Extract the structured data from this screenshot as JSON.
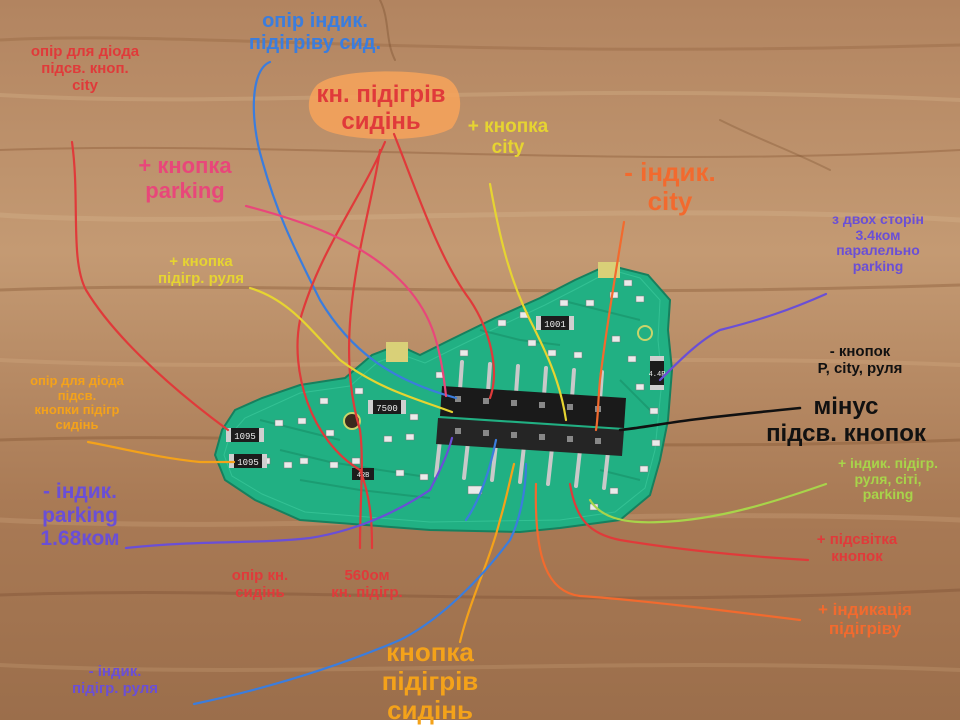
{
  "colors": {
    "wood": "#b0855f",
    "pcb": "#22b387",
    "red": "#e03a3a",
    "blue": "#3b7ddd",
    "orange": "#f26a2e",
    "yellow": "#e6d431",
    "pink": "#e8477a",
    "purple": "#6a4fd6",
    "black": "#111111",
    "green": "#a8d44a",
    "gold": "#f4a21a"
  },
  "labels": {
    "resistor_diode_city": "опір для діода\nпідсв. кноп.\ncity",
    "resistor_indicator_seat": "опір індик.\nпідігріву сид.",
    "button_seat_heat_top": "кн. підігрів\nсидінь",
    "plus_button_city": "+ кнопка\ncity",
    "plus_button_parking": "+ кнопка\nparking",
    "minus_indicator_city": "- індик.\ncity",
    "two_sides_parking": "з двох сторін\n3.4ком\nпаралельно\nparking",
    "plus_button_wheel_heat": "+ кнопка\nпідігр. руля",
    "minus_buttons": "- кнопок\nP, city, руля",
    "minus_backlight": "мінус\nпідсв. кнопок",
    "resistor_diode_seat": "опір для діода\nпідсв.\nкнопки підігр\nсидінь",
    "minus_indicator_parking": "- індик.\nparking\n1.68ком",
    "plus_indicators": "+ індик. підігр.\nруля, сіті,\nparking",
    "plus_backlight": "+ підсвітка\nкнопок",
    "resistor_seat_button": "опір кн.\nсидінь",
    "ohm_560": "560ом\nкн. підігр.",
    "plus_heat_indication": "+ індикація\nпідігріву",
    "button_seat_heat_bottom": "кнопка\nпідігрів\nсидінь",
    "minus_indicator_wheel": "- індик.\nпідігр. руля"
  },
  "components": {
    "r1": "1095",
    "r2": "1095",
    "r3": "7500",
    "r4": "1001",
    "r5": "4.4R",
    "r6": "4RB"
  }
}
